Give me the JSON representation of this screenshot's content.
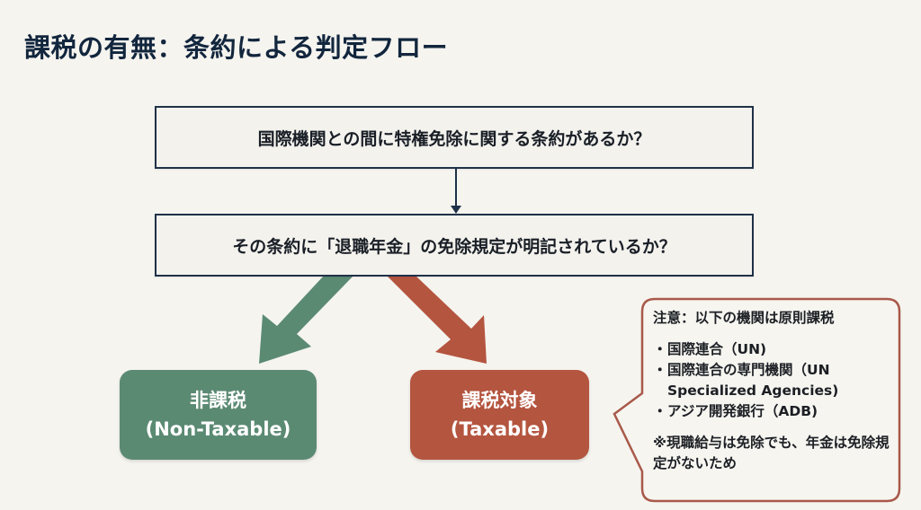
{
  "title": "課税の有無：条約による判定フロー",
  "flow": {
    "question1": "国際機関との間に特権免除に関する条約があるか？",
    "question2": "その条約に「退職年金」の免除規定が明記されているか？",
    "outcome_yes": {
      "line1": "非課税",
      "line2": "(Non-Taxable)",
      "color": "#5b8a73"
    },
    "outcome_no": {
      "line1": "課税対象",
      "line2": "(Taxable)",
      "color": "#b4553f"
    }
  },
  "callout": {
    "heading": "注意：以下の機関は原則課税",
    "bullet": "・",
    "items": [
      "国際連合（UN)",
      "国際連合の専門機関（UN Specialized Agencies)",
      "アジア開発銀行（ADB)"
    ],
    "note": "※現職給与は免除でも、年金は免除規定がないため",
    "border_color": "#a9594a"
  },
  "colors": {
    "background": "#f5f4ef",
    "box_border": "#1f3148",
    "title": "#12263d"
  }
}
